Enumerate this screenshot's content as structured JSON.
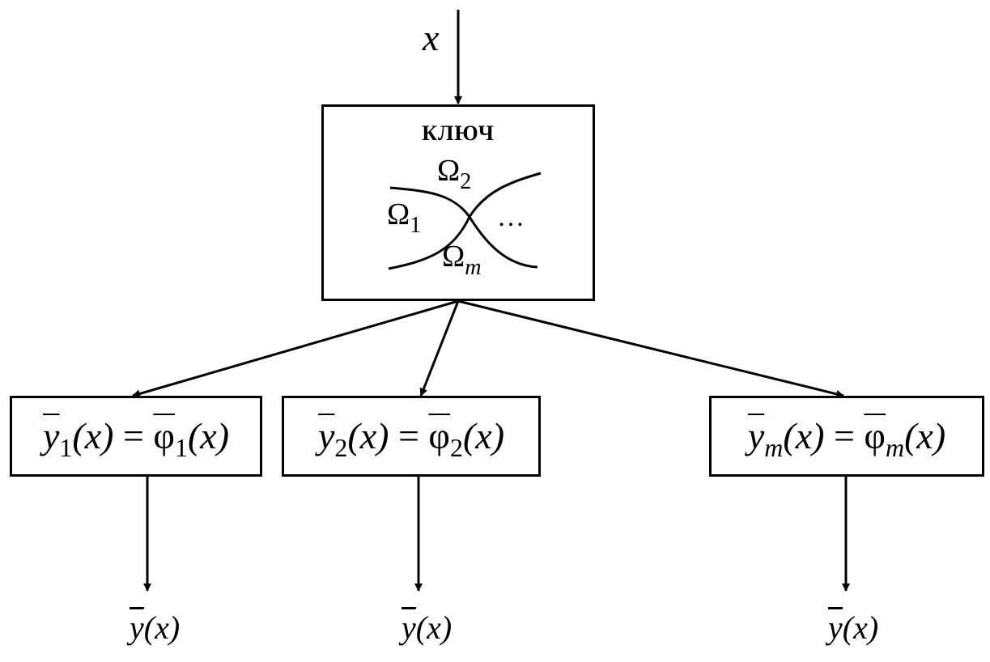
{
  "input": {
    "label": "x"
  },
  "key_block": {
    "title": "КЛЮЧ",
    "regions": {
      "omega_symbol": "Ω",
      "r1_sub": "1",
      "r2_sub": "2",
      "rm_sub": "m",
      "ellipsis": "…"
    }
  },
  "function_blocks": [
    {
      "y_sym": "y",
      "sub": "1",
      "arg": "(x)",
      "eq": "=",
      "phi_sym": "φ"
    },
    {
      "y_sym": "y",
      "sub": "2",
      "arg": "(x)",
      "eq": "=",
      "phi_sym": "φ"
    },
    {
      "y_sym": "y",
      "sub": "m",
      "arg": "(x)",
      "eq": "=",
      "phi_sym": "φ"
    }
  ],
  "outputs": [
    {
      "sym": "y",
      "arg": "(x)"
    },
    {
      "sym": "y",
      "arg": "(x)"
    },
    {
      "sym": "y",
      "arg": "(x)"
    }
  ],
  "colors": {
    "stroke": "#000000",
    "background": "#ffffff"
  }
}
